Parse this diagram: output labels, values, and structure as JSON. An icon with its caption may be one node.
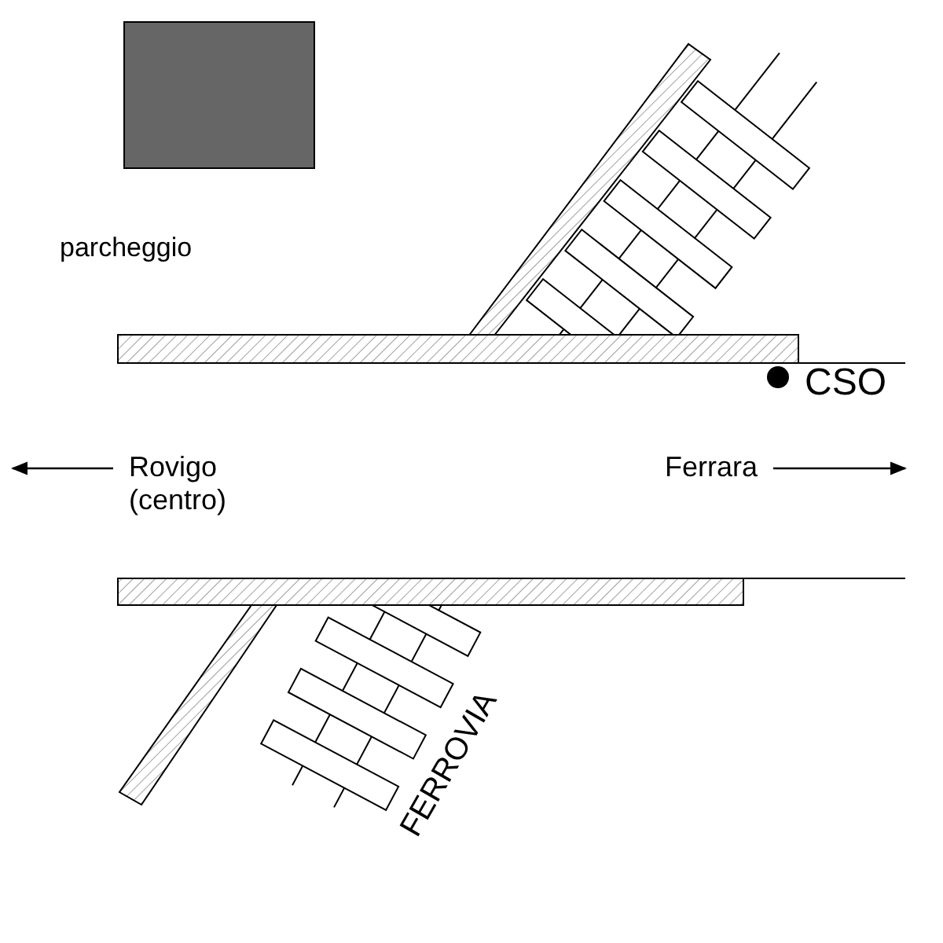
{
  "diagram": {
    "nodes": [
      {
        "text": [],
        "shape": "box"
      }
    ],
    "labels": [
      "parcheggio",
      "CSO",
      "Rovigo (centro)",
      "Ferrara",
      "FERROVIA"
    ]
  }
}
